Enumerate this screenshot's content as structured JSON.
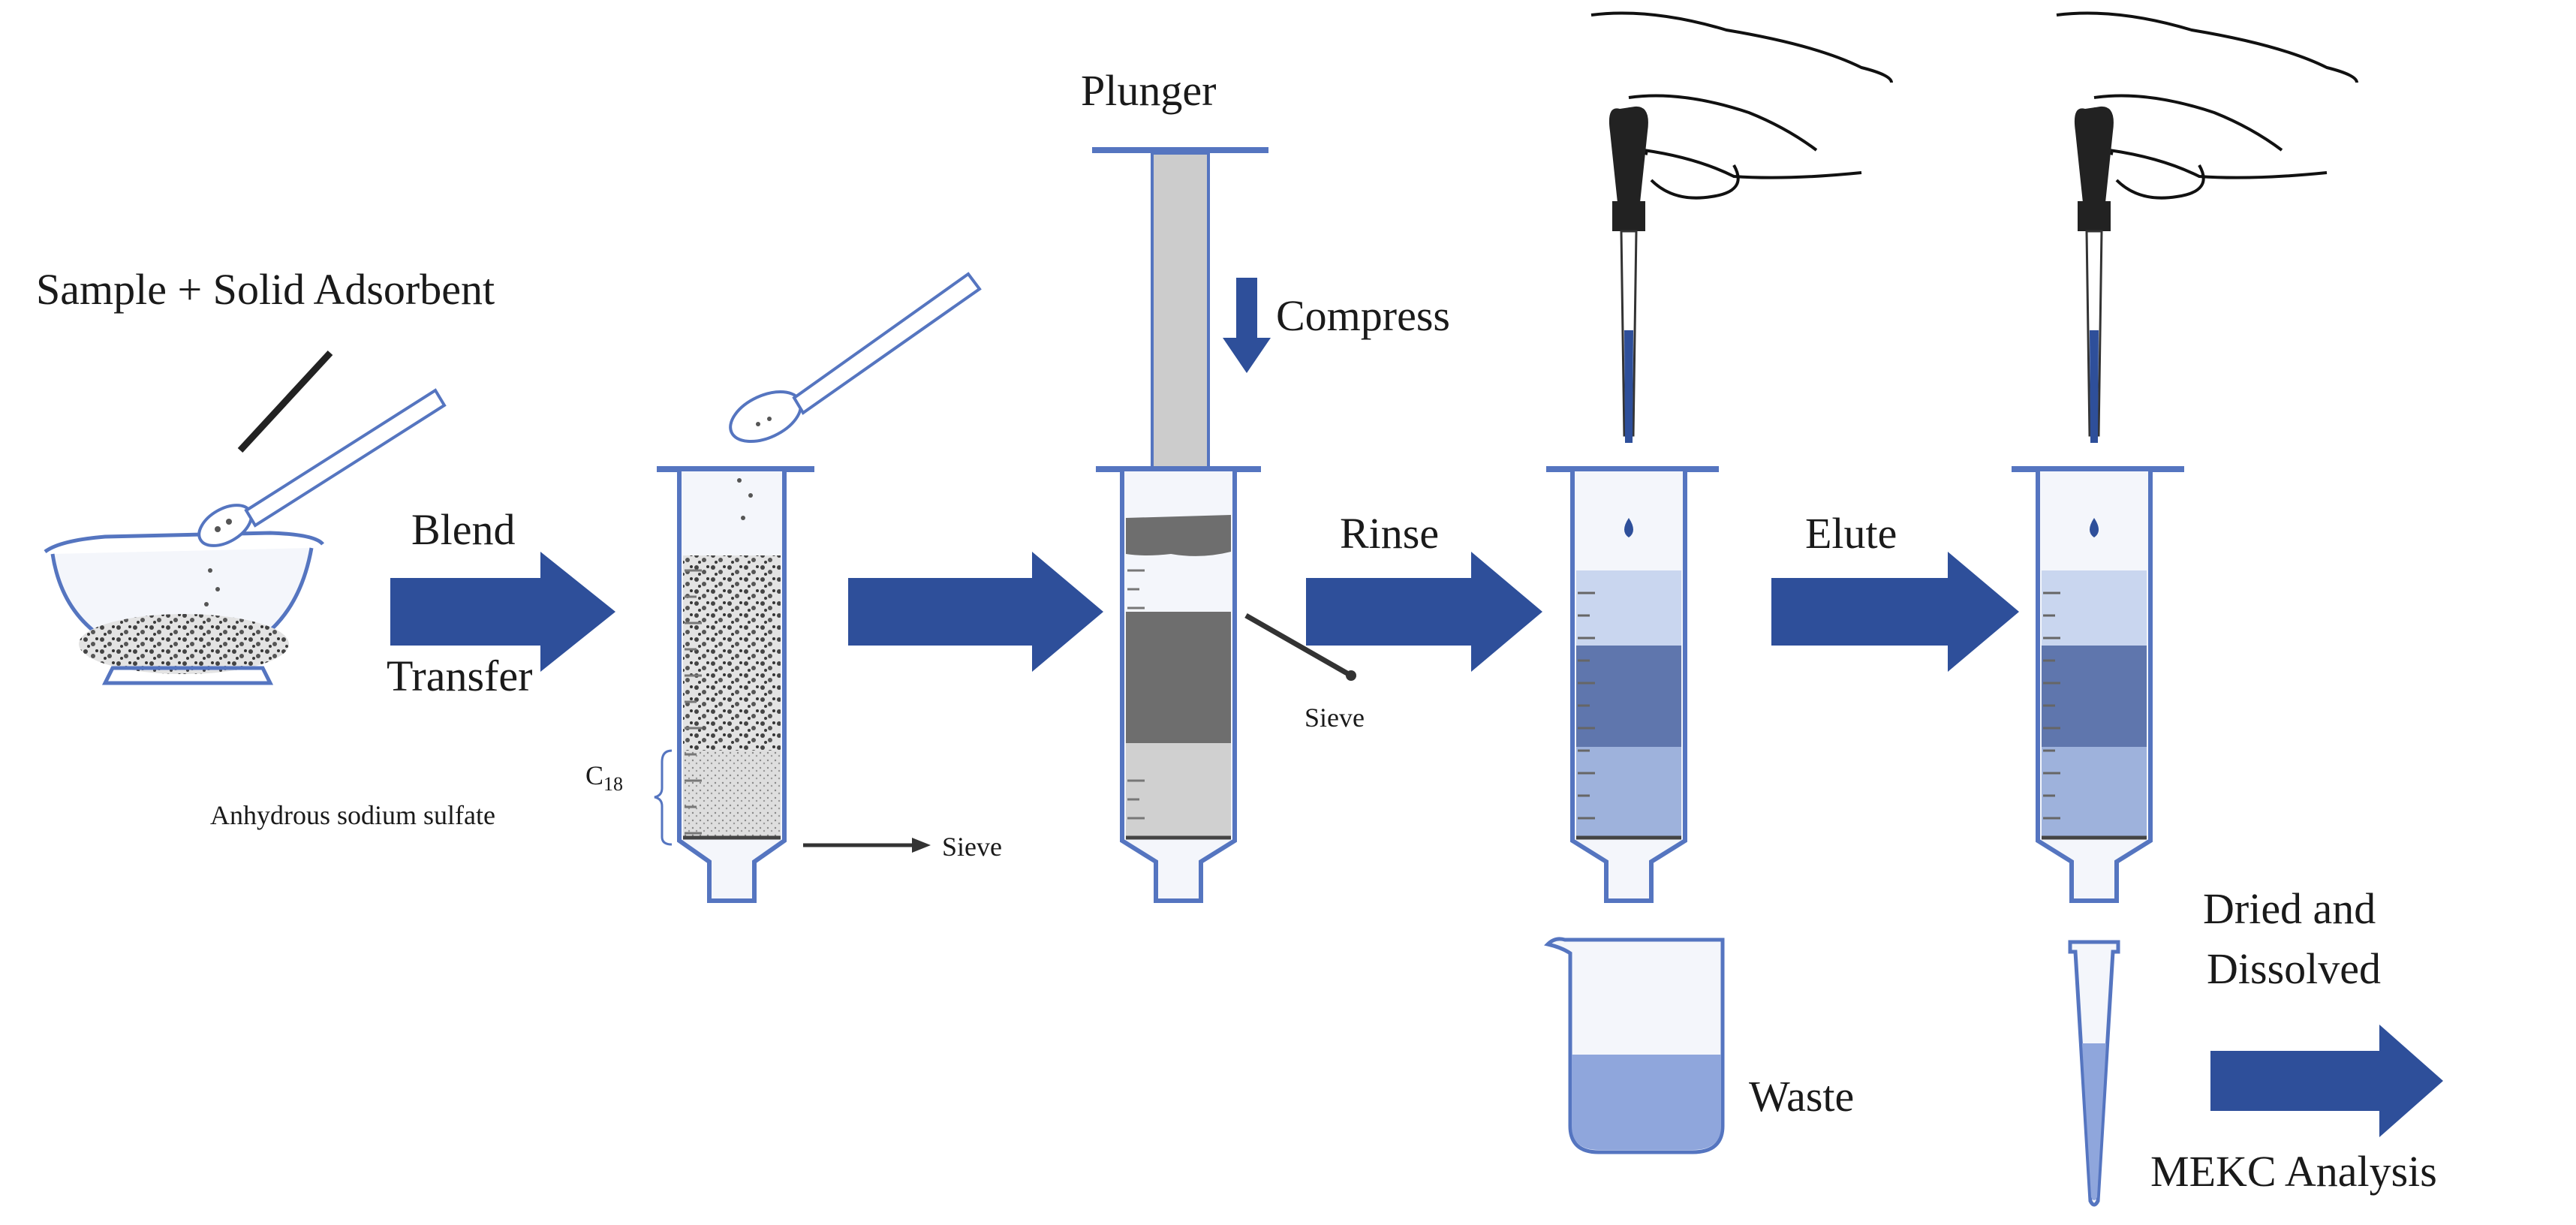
{
  "labels": {
    "sample_adsorbent": "Sample + Solid Adsorbent",
    "blend": "Blend",
    "transfer": "Transfer",
    "c18": "C",
    "c18_sub": "18",
    "anhydrous": "Anhydrous sodium sulfate",
    "sieve1": "Sieve",
    "plunger": "Plunger",
    "compress": "Compress",
    "sieve2": "Sieve",
    "rinse": "Rinse",
    "elute": "Elute",
    "waste": "Waste",
    "dried_line1": "Dried and",
    "dried_line2": "Dissolved",
    "mekc": "MEKC Analysis"
  },
  "colors": {
    "arrow": "#2e4f9a",
    "outline": "#5575c0",
    "light_blue": "#c9d6ef",
    "mid_blue": "#5f76ad",
    "band_blue": "#9eb2dc",
    "liquid": "#8fa6dc",
    "dark_gray": "#6e6e6e",
    "light_gray": "#cfcfcf"
  }
}
